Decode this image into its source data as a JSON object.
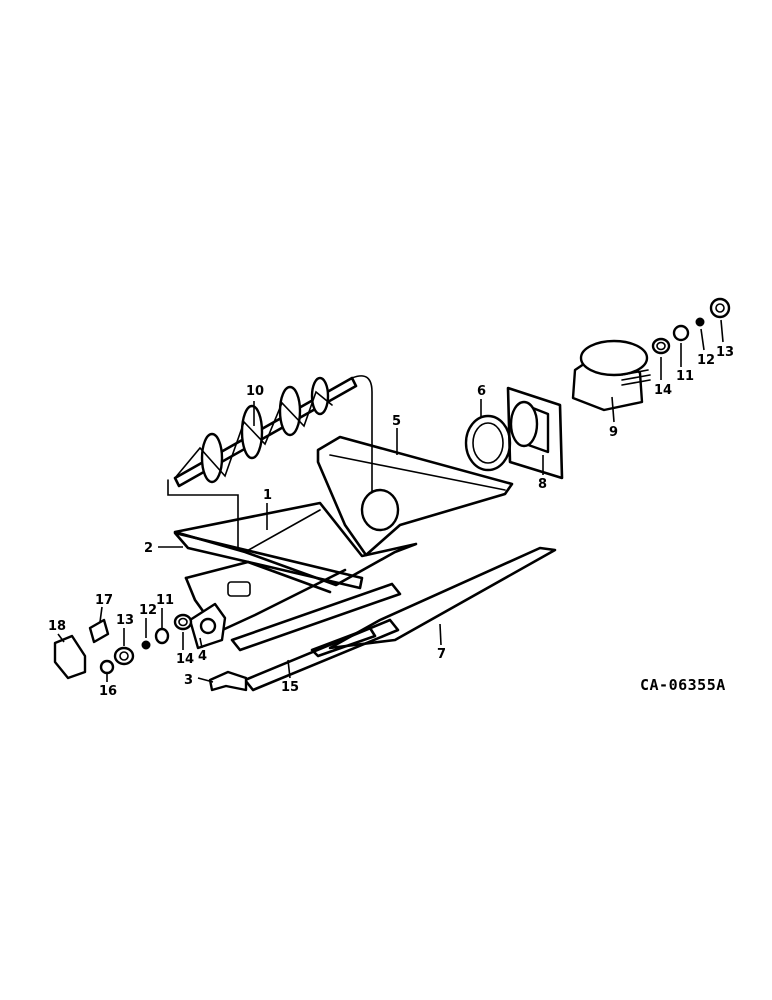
{
  "drawing_code": "CA-06355A",
  "callouts": {
    "c1": "1",
    "c2": "2",
    "c3": "3",
    "c4": "4",
    "c5": "5",
    "c6": "6",
    "c7": "7",
    "c8": "8",
    "c9": "9",
    "c10": "10",
    "c11a": "11",
    "c11b": "11",
    "c12a": "12",
    "c12b": "12",
    "c13a": "13",
    "c13b": "13",
    "c14a": "14",
    "c14b": "14",
    "c15": "15",
    "c16": "16",
    "c17": "17",
    "c18": "18"
  }
}
